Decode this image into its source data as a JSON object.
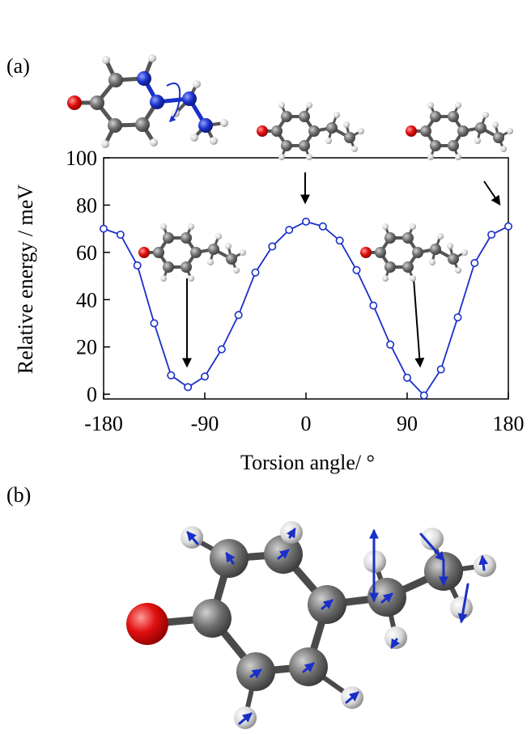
{
  "panel_labels": {
    "a": "(a)",
    "b": "(b)"
  },
  "chart_data": {
    "type": "line",
    "xlabel": "Torsion angle/ °",
    "ylabel": "Relative energy / meV",
    "xlim": [
      -180,
      180
    ],
    "ylim": [
      -2,
      100
    ],
    "xticks": [
      -180,
      -90,
      0,
      90,
      180
    ],
    "yticks": [
      0,
      20,
      40,
      60,
      80,
      100
    ],
    "grid": false,
    "series_color": "#1a2fc8",
    "series": [
      {
        "x": [
          -180,
          -165,
          -150,
          -135,
          -120,
          -105,
          -90,
          -75,
          -60,
          -45,
          -30,
          -15,
          0,
          15,
          30,
          45,
          60,
          75,
          90,
          105,
          120,
          135,
          150,
          165,
          180
        ],
        "y": [
          70,
          67.5,
          54.5,
          30,
          8,
          3,
          7.5,
          19,
          33.5,
          51.5,
          62.5,
          69.5,
          73,
          71,
          65,
          52.5,
          37.5,
          21,
          7,
          -0.5,
          10.5,
          32.5,
          55.5,
          67.5,
          71
        ]
      }
    ]
  },
  "colors": {
    "oxygen": "#e01010",
    "carbon": "#6e6e6e",
    "hydrogen": "#d8d8d8",
    "highlight": "#1a2fc8",
    "arrow": "#000000"
  }
}
